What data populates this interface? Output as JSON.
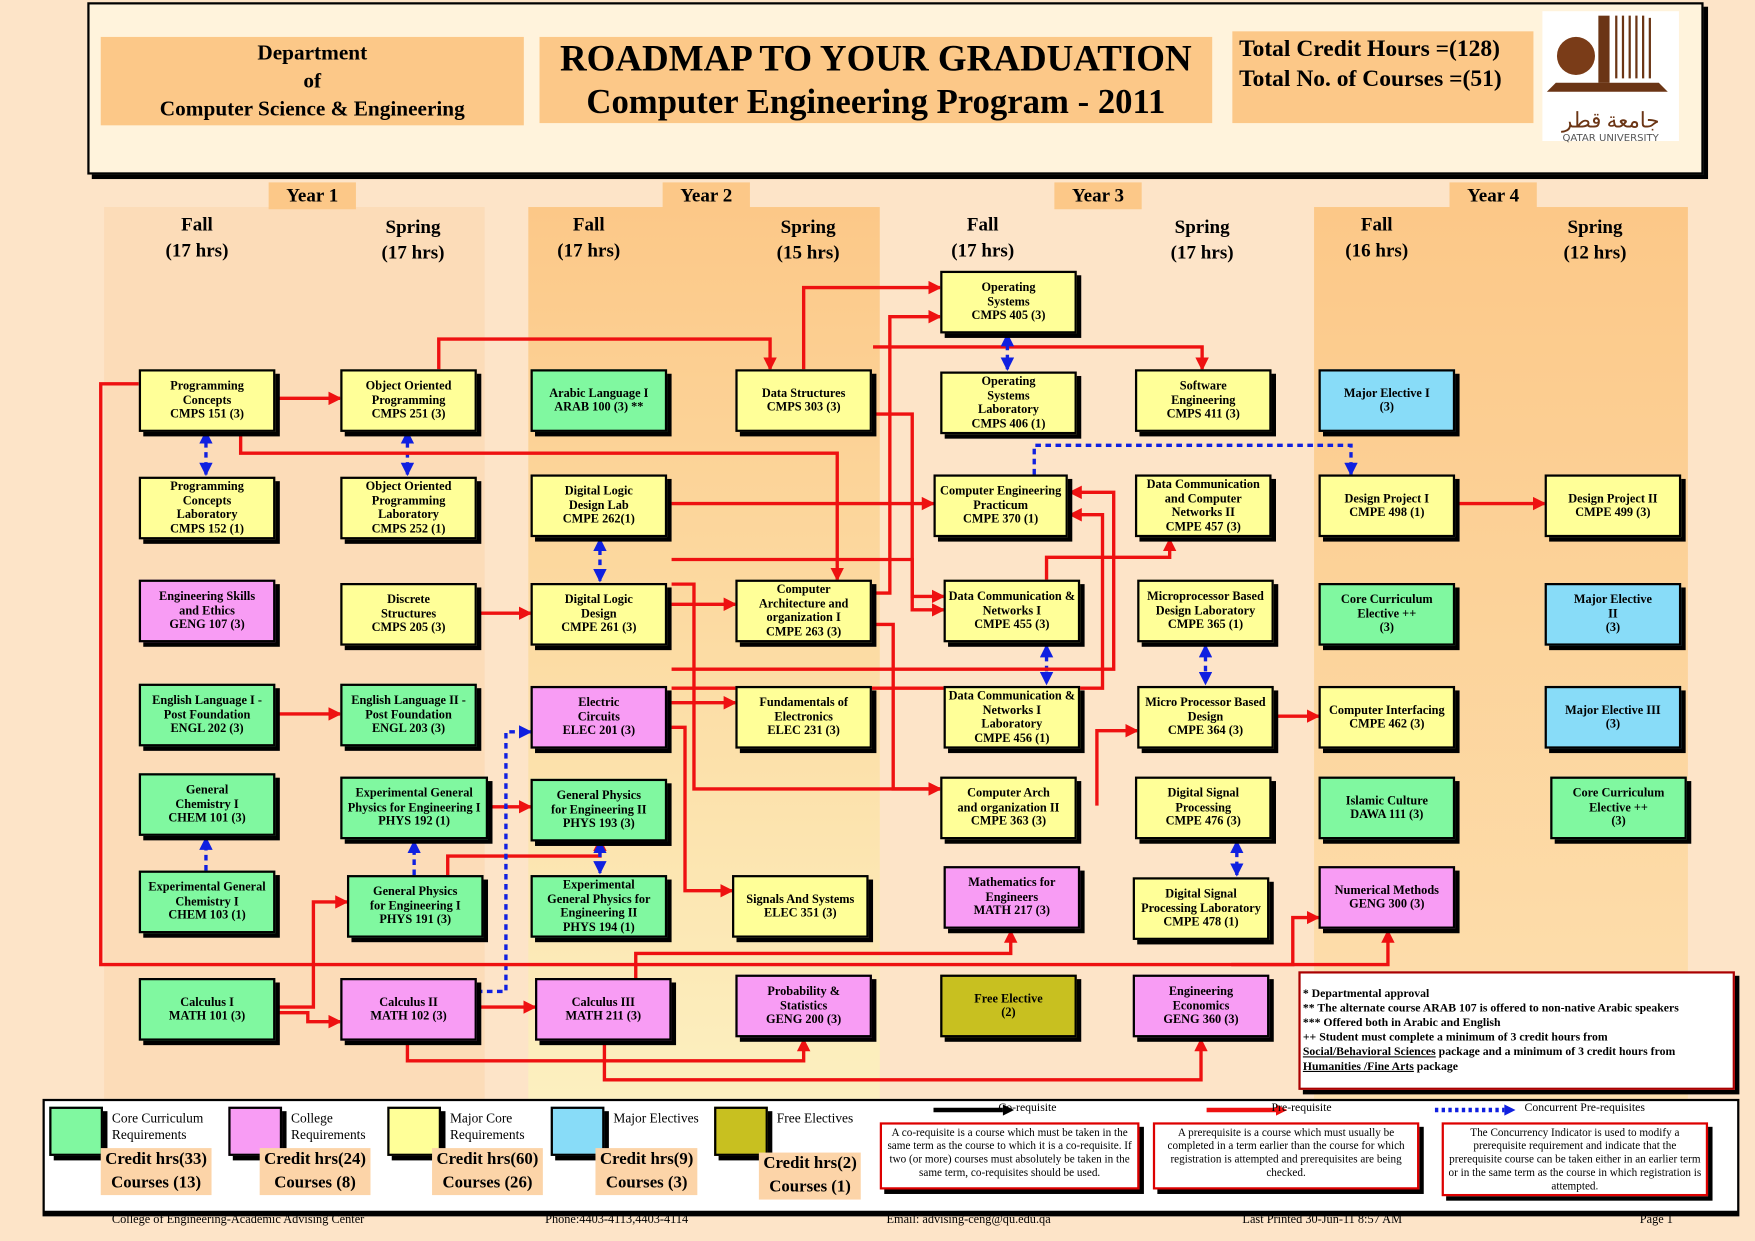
{
  "header": {
    "department": [
      "Department",
      "of",
      "Computer Science & Engineering"
    ],
    "title": "ROADMAP TO YOUR GRADUATION",
    "subtitle": "Computer Engineering Program - 2011",
    "total_credit_hours": "Total Credit Hours =(128)",
    "total_courses": "Total No. of Courses =(51)",
    "logo_arabic": "جامعة قطر",
    "logo_text": "QATAR UNIVERSITY"
  },
  "years": [
    {
      "label": "Year 1",
      "fall": [
        "Fall",
        "(17 hrs)"
      ],
      "spring": [
        "Spring",
        "(17 hrs)"
      ]
    },
    {
      "label": "Year 2",
      "fall": [
        "Fall",
        "(17 hrs)"
      ],
      "spring": [
        "Spring",
        "(15 hrs)"
      ]
    },
    {
      "label": "Year 3",
      "fall": [
        "Fall",
        "(17 hrs)"
      ],
      "spring": [
        "Spring",
        "(17 hrs)"
      ]
    },
    {
      "label": "Year 4",
      "fall": [
        "Fall",
        "(16 hrs)"
      ],
      "spring": [
        "Spring",
        "(12 hrs)"
      ]
    }
  ],
  "colors": {
    "core": "#80f8a0",
    "college": "#f89cf4",
    "major": "#ffff98",
    "elective": "#88dcf8",
    "free": "#c8c020",
    "prereq": "#ee1111",
    "concurrent": "#1020e0",
    "coreq": "#000000"
  },
  "courses": [
    {
      "id": "cmps151",
      "cat": "major",
      "text": "Programming\nConcepts\nCMPS 151 (3)"
    },
    {
      "id": "cmps152",
      "cat": "major",
      "text": "Programming\nConcepts\nLaboratory\nCMPS 152 (1)"
    },
    {
      "id": "geng107",
      "cat": "college",
      "text": "Engineering Skills\nand Ethics\nGENG 107 (3)"
    },
    {
      "id": "engl202",
      "cat": "core",
      "text": "English Language I -\nPost Foundation\nENGL 202 (3)"
    },
    {
      "id": "chem101",
      "cat": "core",
      "text": "General\nChemistry I\nCHEM 101 (3)"
    },
    {
      "id": "chem103",
      "cat": "core",
      "text": "Experimental General\nChemistry I\nCHEM 103 (1)"
    },
    {
      "id": "math101",
      "cat": "core",
      "text": "Calculus I\nMATH 101 (3)"
    },
    {
      "id": "cmps251",
      "cat": "major",
      "text": "Object Oriented\nProgramming\nCMPS 251 (3)"
    },
    {
      "id": "cmps252",
      "cat": "major",
      "text": "Object Oriented\nProgramming\nLaboratory\nCMPS 252 (1)"
    },
    {
      "id": "cmps205",
      "cat": "major",
      "text": "Discrete\nStructures\nCMPS 205 (3)"
    },
    {
      "id": "engl203",
      "cat": "core",
      "text": "English Language II -\nPost Foundation\nENGL 203 (3)"
    },
    {
      "id": "phys192",
      "cat": "core",
      "text": "Experimental General\nPhysics for Engineering I\nPHYS 192 (1)"
    },
    {
      "id": "phys191",
      "cat": "core",
      "text": "General Physics\nfor Engineering I\nPHYS 191 (3)"
    },
    {
      "id": "math102",
      "cat": "college",
      "text": "Calculus II\nMATH 102 (3)"
    },
    {
      "id": "arab100",
      "cat": "core",
      "text": "Arabic Language I\nARAB 100 (3) **"
    },
    {
      "id": "cmpe262",
      "cat": "major",
      "text": "Digital Logic\nDesign Lab\nCMPE 262(1)"
    },
    {
      "id": "cmpe261",
      "cat": "major",
      "text": "Digital Logic\nDesign\nCMPE 261 (3)"
    },
    {
      "id": "elec201",
      "cat": "college",
      "text": "Electric\nCircuits\nELEC 201 (3)"
    },
    {
      "id": "phys193",
      "cat": "core",
      "text": "General Physics\nfor Engineering II\nPHYS 193 (3)"
    },
    {
      "id": "phys194",
      "cat": "core",
      "text": "Experimental\nGeneral Physics for\nEngineering II\nPHYS 194 (1)"
    },
    {
      "id": "math211",
      "cat": "college",
      "text": "Calculus III\nMATH 211 (3)"
    },
    {
      "id": "cmps303",
      "cat": "major",
      "text": "Data Structures\nCMPS 303 (3)"
    },
    {
      "id": "cmpe263",
      "cat": "major",
      "text": "Computer\nArchitecture and\norganization I\nCMPE 263 (3)"
    },
    {
      "id": "elec231",
      "cat": "major",
      "text": "Fundamentals of\nElectronics\nELEC 231 (3)"
    },
    {
      "id": "elec351",
      "cat": "major",
      "text": "Signals And Systems\nELEC 351 (3)"
    },
    {
      "id": "geng200",
      "cat": "college",
      "text": "Probability &\nStatistics\nGENG 200 (3)"
    },
    {
      "id": "cmps405",
      "cat": "major",
      "text": "Operating\nSystems\nCMPS 405 (3)"
    },
    {
      "id": "cmps406",
      "cat": "major",
      "text": "Operating\nSystems\nLaboratory\nCMPS 406 (1)"
    },
    {
      "id": "cmpe370",
      "cat": "major",
      "text": "Computer Engineering\nPracticum\nCMPE 370 (1)"
    },
    {
      "id": "cmpe455",
      "cat": "major",
      "text": "Data Communication &\nNetworks I\nCMPE 455 (3)"
    },
    {
      "id": "cmpe456",
      "cat": "major",
      "text": "Data Communication &\nNetworks I\nLaboratory\nCMPE 456 (1)"
    },
    {
      "id": "cmpe363",
      "cat": "major",
      "text": "Computer Arch\nand organization II\nCMPE 363 (3)"
    },
    {
      "id": "math217",
      "cat": "college",
      "text": "Mathematics for\nEngineers\nMATH 217 (3)"
    },
    {
      "id": "free",
      "cat": "free",
      "text": "Free Elective\n(2)"
    },
    {
      "id": "cmps411",
      "cat": "major",
      "text": "Software\nEngineering\nCMPS 411 (3)"
    },
    {
      "id": "cmpe457",
      "cat": "major",
      "text": "Data Communication\nand Computer\nNetworks II\nCMPE 457 (3)"
    },
    {
      "id": "cmpe365",
      "cat": "major",
      "text": "Microprocessor Based\nDesign Laboratory\nCMPE 365 (1)"
    },
    {
      "id": "cmpe364",
      "cat": "major",
      "text": "Micro Processor Based\nDesign\nCMPE 364 (3)"
    },
    {
      "id": "cmpe476",
      "cat": "major",
      "text": "Digital Signal\nProcessing\nCMPE 476 (3)"
    },
    {
      "id": "cmpe478",
      "cat": "major",
      "text": "Digital Signal\nProcessing Laboratory\nCMPE 478 (1)"
    },
    {
      "id": "geng360",
      "cat": "college",
      "text": "Engineering\nEconomics\nGENG 360 (3)"
    },
    {
      "id": "majel1",
      "cat": "elective",
      "text": "Major Elective I\n(3)"
    },
    {
      "id": "cmpe498",
      "cat": "major",
      "text": "Design Project I\nCMPE 498 (1)"
    },
    {
      "id": "ccel1",
      "cat": "core",
      "text": "Core Curriculum\nElective ++\n(3)"
    },
    {
      "id": "cmpe462",
      "cat": "major",
      "text": "Computer Interfacing\nCMPE 462 (3)"
    },
    {
      "id": "dawa111",
      "cat": "core",
      "text": "Islamic Culture\nDAWA 111 (3)"
    },
    {
      "id": "geng300",
      "cat": "college",
      "text": "Numerical Methods\nGENG 300 (3)"
    },
    {
      "id": "cmpe499",
      "cat": "major",
      "text": "Design Project II\nCMPE 499 (3)"
    },
    {
      "id": "majel2",
      "cat": "elective",
      "text": "Major Elective\nII\n(3)"
    },
    {
      "id": "majel3",
      "cat": "elective",
      "text": "Major Elective III\n(3)"
    },
    {
      "id": "ccel2",
      "cat": "core",
      "text": "Core Curriculum\nElective ++\n(3)"
    }
  ],
  "notes": [
    "* Departmental approval",
    " ** The alternate course ARAB 107 is offered to non-native Arabic speakers",
    "*** Offered both in Arabic and English",
    "++ Student must complete a minimum of 3 credit hours from"
  ],
  "notes_link1": "Social/Behavioral Sciences",
  "notes_mid": " package and a minimum of 3 credit hours from",
  "notes_link2": "Humanities /Fine Arts",
  "notes_end": " package",
  "legend": [
    {
      "cat": "core",
      "label": "Core Curriculum\nRequirements",
      "credits": "Credit hrs(33)",
      "courses": "Courses (13)"
    },
    {
      "cat": "college",
      "label": "College\nRequirements",
      "credits": "Credit hrs(24)",
      "courses": "Courses (8)"
    },
    {
      "cat": "major",
      "label": "Major Core\nRequirements",
      "credits": "Credit hrs(60)",
      "courses": "Courses (26)"
    },
    {
      "cat": "elective",
      "label": "Major Electives",
      "credits": "Credit hrs(9)",
      "courses": "Courses (3)"
    },
    {
      "cat": "free",
      "label": "Free Electives",
      "credits": "Credit hrs(2)",
      "courses": "Courses (1)"
    }
  ],
  "definitions": [
    {
      "kind": "coreq",
      "title": "Co-requisite",
      "text": "A co-requisite is a course which must be taken in the same term as the course to which it is a co-requisite. If two (or more) courses must absolutely be taken in the same term, co-requisites should be used."
    },
    {
      "kind": "prereq",
      "title": "Pre-requisite",
      "text": "A prerequisite is a course which must usually be completed in a term earlier than the course for which registration is attempted and prerequisites are being checked."
    },
    {
      "kind": "concurrent",
      "title": "Concurrent Pre-requisites",
      "text": "The Concurrency Indicator is used to modify a prerequisite requirement and indicate that the prerequisite course can be taken either in an earlier term or in the same term as the course in which registration is attempted."
    }
  ],
  "footer": {
    "center": "College of Engineering-Academic Advising Center",
    "phone": "Phone:4403-4113,4403-4114",
    "email": "Email: advising-ceng@qu.edu.qa",
    "printed": "Last Printed 30-Jun-11 8:57 AM",
    "page": "Page 1"
  }
}
